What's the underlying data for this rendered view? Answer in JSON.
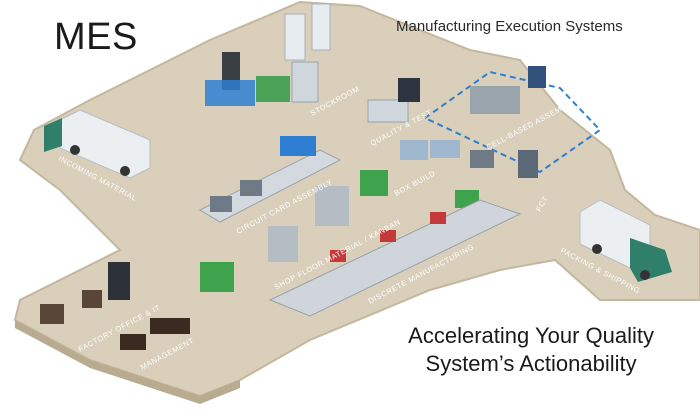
{
  "header": {
    "title": "MES",
    "subtitle": "Manufacturing Execution Systems"
  },
  "tagline": {
    "line1": "Accelerating Your Quality",
    "line2": "System’s Actionability"
  },
  "zones": {
    "incoming": "INCOMING MATERIAL",
    "stockroom": "STOCKROOM",
    "quality": "QUALITY & TEST",
    "cell": "CELL-BASED ASSEMBLY",
    "circuit": "CIRCUIT CARD ASSEMBLY",
    "kanban": "SHOP FLOOR MATERIAL / KANBAN",
    "box": "BOX BUILD",
    "fct": "FCT",
    "discrete": "DISCRETE MANUFACTURING",
    "packing": "PACKING & SHIPPING",
    "office": "FACTORY OFFICE & IT",
    "management": "MANAGEMENT"
  },
  "colors": {
    "floor": "#d8cdb8",
    "floor_edge": "#bfb299",
    "accent": "#2e7fd1",
    "green": "#3fa34d",
    "truck_cab": "#2f7f6a",
    "text": "#1a1a1a"
  }
}
